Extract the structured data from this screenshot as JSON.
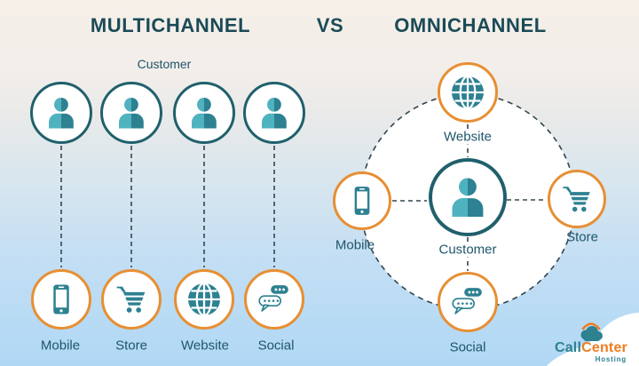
{
  "titles": {
    "multichannel": "MULTICHANNEL",
    "vs": "VS",
    "omnichannel": "OMNICHANNEL"
  },
  "multichannel": {
    "customer_label": "Customer",
    "customer_icons": [
      {
        "icon": "person-icon"
      },
      {
        "icon": "person-icon"
      },
      {
        "icon": "person-icon"
      },
      {
        "icon": "person-icon"
      }
    ],
    "channels": [
      {
        "label": "Mobile",
        "icon": "mobile-icon"
      },
      {
        "label": "Store",
        "icon": "cart-icon"
      },
      {
        "label": "Website",
        "icon": "globe-icon"
      },
      {
        "label": "Social",
        "icon": "chat-bubbles-icon"
      }
    ]
  },
  "omnichannel": {
    "center": {
      "label": "Customer",
      "icon": "person-icon"
    },
    "nodes": [
      {
        "label": "Website",
        "icon": "globe-icon",
        "position": "top"
      },
      {
        "label": "Mobile",
        "icon": "mobile-icon",
        "position": "left"
      },
      {
        "label": "Store",
        "icon": "cart-icon",
        "position": "right"
      },
      {
        "label": "Social",
        "icon": "chat-bubbles-icon",
        "position": "bottom"
      }
    ]
  },
  "logo": {
    "call": "Call",
    "center": "Center",
    "hosting": "Hosting",
    "icon": "cloud-icon"
  },
  "colors": {
    "teal": "#2d8191",
    "teal_light": "#4fb3bf",
    "circle_border_teal": "#20606c",
    "circle_border_orange": "#e78f33",
    "title_text": "#1b4a57",
    "label_text": "#1f566a",
    "logo_orange": "#ee7c1e",
    "dashed_line": "#32454e",
    "bg_top": "#f5efe8",
    "bg_bottom": "#b0d8f5"
  }
}
